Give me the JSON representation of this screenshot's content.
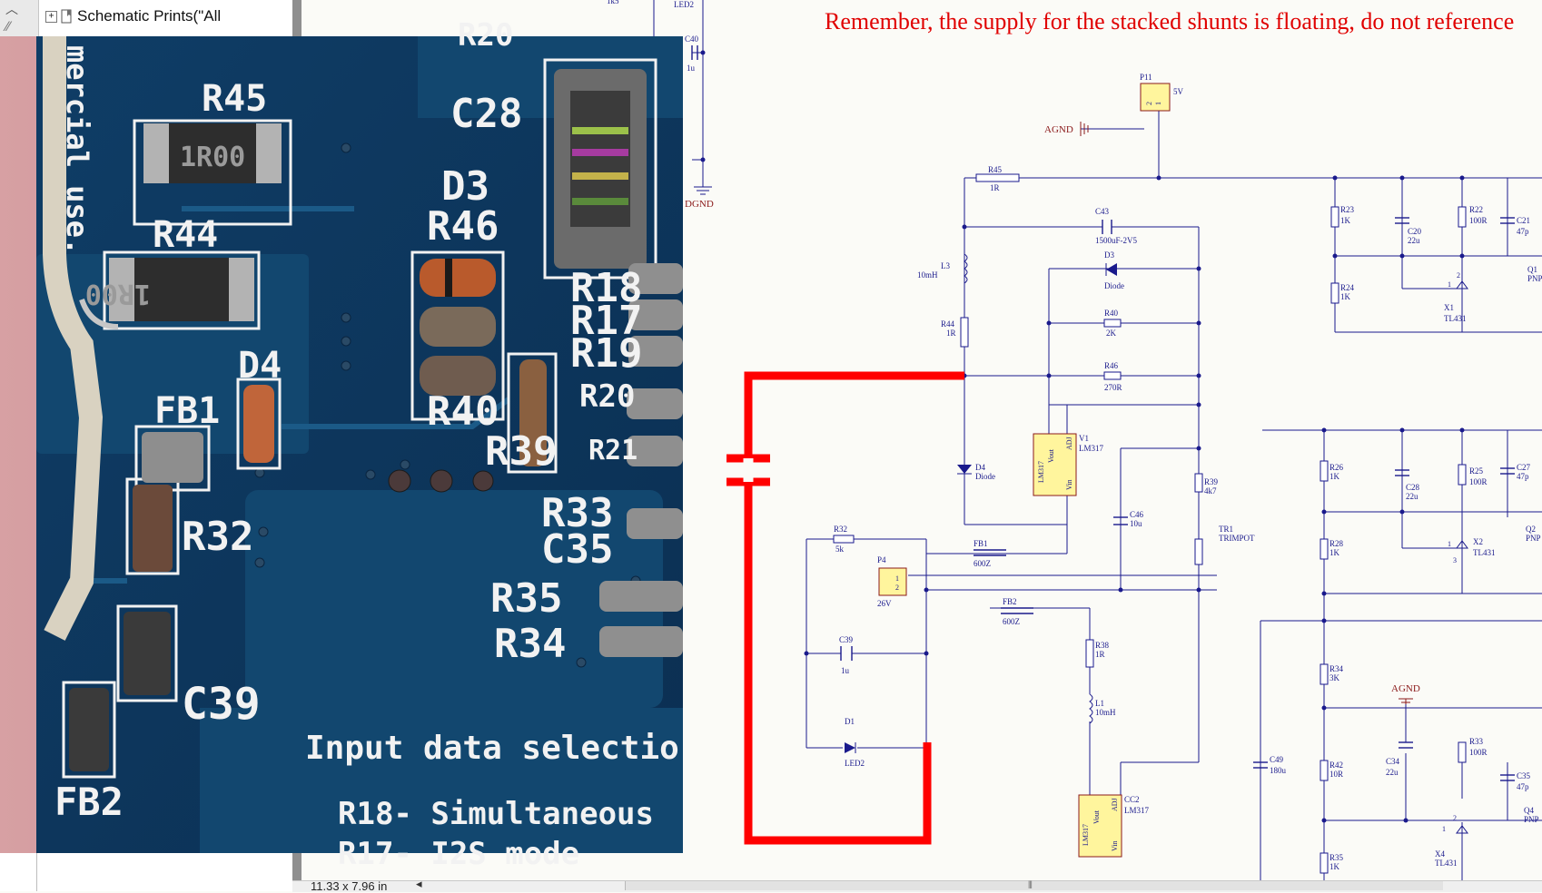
{
  "navigation_panel": {
    "tree_item_label": "Schematic Prints(\"All",
    "expander_symbol": "+"
  },
  "status_bar": {
    "page_size": "11.33 x 7.96 in"
  },
  "schematic": {
    "warning_note": "Remember, the supply for the stacked shunts is floating, do not reference",
    "colors": {
      "wire": "#1a1a8c",
      "note": "#e00000",
      "power_port": "#8b1a1a",
      "highlight": "#ff0000",
      "ic_fill": "#fff59d"
    },
    "top_left_labels": {
      "r_fragment": "1k5",
      "led_fragment": "LED2",
      "c40": "C40",
      "c40_value": "1u",
      "dgnd": "DGND"
    },
    "p11": {
      "des": "P11",
      "value": "5V",
      "pin1": "1",
      "pin2": "2"
    },
    "agnd_top": "AGND",
    "agnd_bottom": "AGND",
    "r45": {
      "des": "R45",
      "value": "1R"
    },
    "c43": {
      "des": "C43",
      "value": "1500uF-2V5"
    },
    "d3": {
      "des": "D3",
      "value": "Diode"
    },
    "l3": {
      "des": "L3",
      "value": "10mH"
    },
    "r40": {
      "des": "R40",
      "value": "2K"
    },
    "r44": {
      "des": "R44",
      "value": "1R"
    },
    "r46": {
      "des": "R46",
      "value": "270R"
    },
    "vr1": {
      "des": "V1",
      "value": "LM317",
      "pin_vout": "Vout",
      "pin_adj": "ADJ",
      "pin_vin": "Vin",
      "body": "LM317"
    },
    "d4": {
      "des": "D4",
      "value": "Diode"
    },
    "r39": {
      "des": "R39",
      "value": "4k7"
    },
    "c46": {
      "des": "C46",
      "value": "10u"
    },
    "tr1": {
      "des": "TR1",
      "value": "TRIMPOT"
    },
    "r32": {
      "des": "R32",
      "value": "5k"
    },
    "fb1": {
      "des": "FB1",
      "value": "600Z"
    },
    "p4": {
      "des": "P4",
      "value": "26V",
      "pin1": "1",
      "pin2": "2"
    },
    "fb2": {
      "des": "FB2",
      "value": "600Z"
    },
    "c39": {
      "des": "C39",
      "value": "1u"
    },
    "r38": {
      "des": "R38",
      "value": "1R"
    },
    "l1": {
      "des": "L1",
      "value": "10mH"
    },
    "d1": {
      "des": "D1",
      "value": "LED2"
    },
    "cc2": {
      "des": "CC2",
      "value": "LM317",
      "pin_vout": "Vout",
      "pin_adj": "ADJ",
      "pin_vin": "Vin",
      "body": "LM317"
    },
    "c49": {
      "des": "C49",
      "value": "180u"
    },
    "r23": {
      "des": "R23",
      "value": "1K"
    },
    "c20": {
      "des": "C20",
      "value": "22u"
    },
    "r22": {
      "des": "R22",
      "value": "100R"
    },
    "c21": {
      "des": "C21",
      "value": "47p"
    },
    "q1": {
      "des": "Q1",
      "value": "PNP"
    },
    "r24": {
      "des": "R24",
      "value": "1K"
    },
    "x1": {
      "des": "X1",
      "value": "TL431"
    },
    "r26": {
      "des": "R26",
      "value": "1K"
    },
    "c28": {
      "des": "C28",
      "value": "22u"
    },
    "r25": {
      "des": "R25",
      "value": "100R"
    },
    "c27": {
      "des": "C27",
      "value": "47p"
    },
    "q2": {
      "des": "Q2",
      "value": "PNP"
    },
    "r28": {
      "des": "R28",
      "value": "1K"
    },
    "x2": {
      "des": "X2",
      "value": "TL431"
    },
    "r34": {
      "des": "R34",
      "value": "3K"
    },
    "r33": {
      "des": "R33",
      "value": "100R"
    },
    "c34": {
      "des": "C34",
      "value": "22u"
    },
    "c35": {
      "des": "C35",
      "value": "47p"
    },
    "q4": {
      "des": "Q4",
      "value": "PNP"
    },
    "r42": {
      "des": "R42",
      "value": "10R"
    },
    "x4": {
      "des": "X4",
      "value": "TL431"
    },
    "r35": {
      "des": "R35",
      "value": "1K"
    },
    "pin_numbers": {
      "one": "1",
      "two": "2",
      "three": "3"
    }
  },
  "pcb_photo": {
    "silkscreen": {
      "r45": "R45",
      "r45_marking": "1R00",
      "r44": "R44",
      "r44_marking": "1R00",
      "c28": "C28",
      "d3": "D3",
      "r46": "R46",
      "r18": "R18",
      "r17": "R17",
      "r19": "R19",
      "d4": "D4",
      "fb1": "FB1",
      "r40": "R40",
      "r20": "R20",
      "r39": "R39",
      "r21": "R21",
      "r32": "R32",
      "r33": "R33",
      "c35": "C35",
      "r35": "R35",
      "r34": "R34",
      "c39": "C39",
      "fb2": "FB2",
      "edge_text": "mercial use.",
      "top_fragment": "R20",
      "note_line1": "Input data selectio",
      "note_line2": "R18- Simultaneous",
      "note_line3": "R17- I2S mode"
    },
    "colors": {
      "board": "#0f3d66",
      "silkscreen": "#f2f2f2",
      "pads": "#c0c0c0"
    }
  }
}
